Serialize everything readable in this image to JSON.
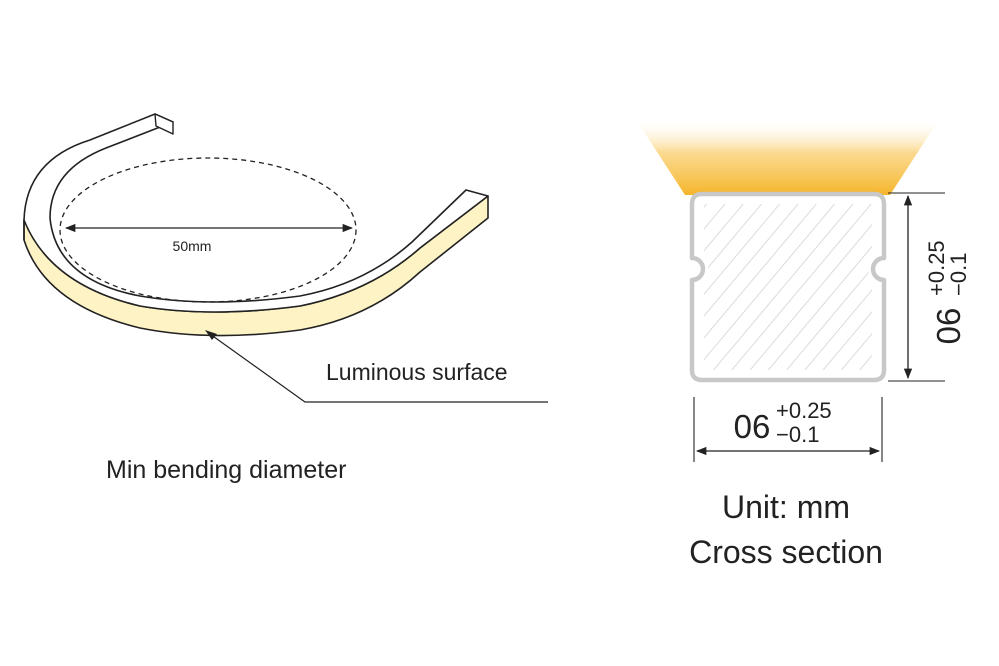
{
  "bend": {
    "diameter_label": "50mm",
    "surface_label": "Luminous surface",
    "caption": "Min bending diameter"
  },
  "section": {
    "height_nominal": "06",
    "height_tol_plus": "+0.25",
    "height_tol_minus": "−0.1",
    "width_nominal": "06",
    "width_tol_plus": "+0.25",
    "width_tol_minus": "−0.1",
    "unit_label": "Unit: mm",
    "caption": "Cross section"
  },
  "colors": {
    "glow": "#f7c14a",
    "luminous_face": "#fdf3c4",
    "outline": "#222222",
    "profile_outline": "#c8c8c8",
    "hatch": "#cfd3d6"
  }
}
